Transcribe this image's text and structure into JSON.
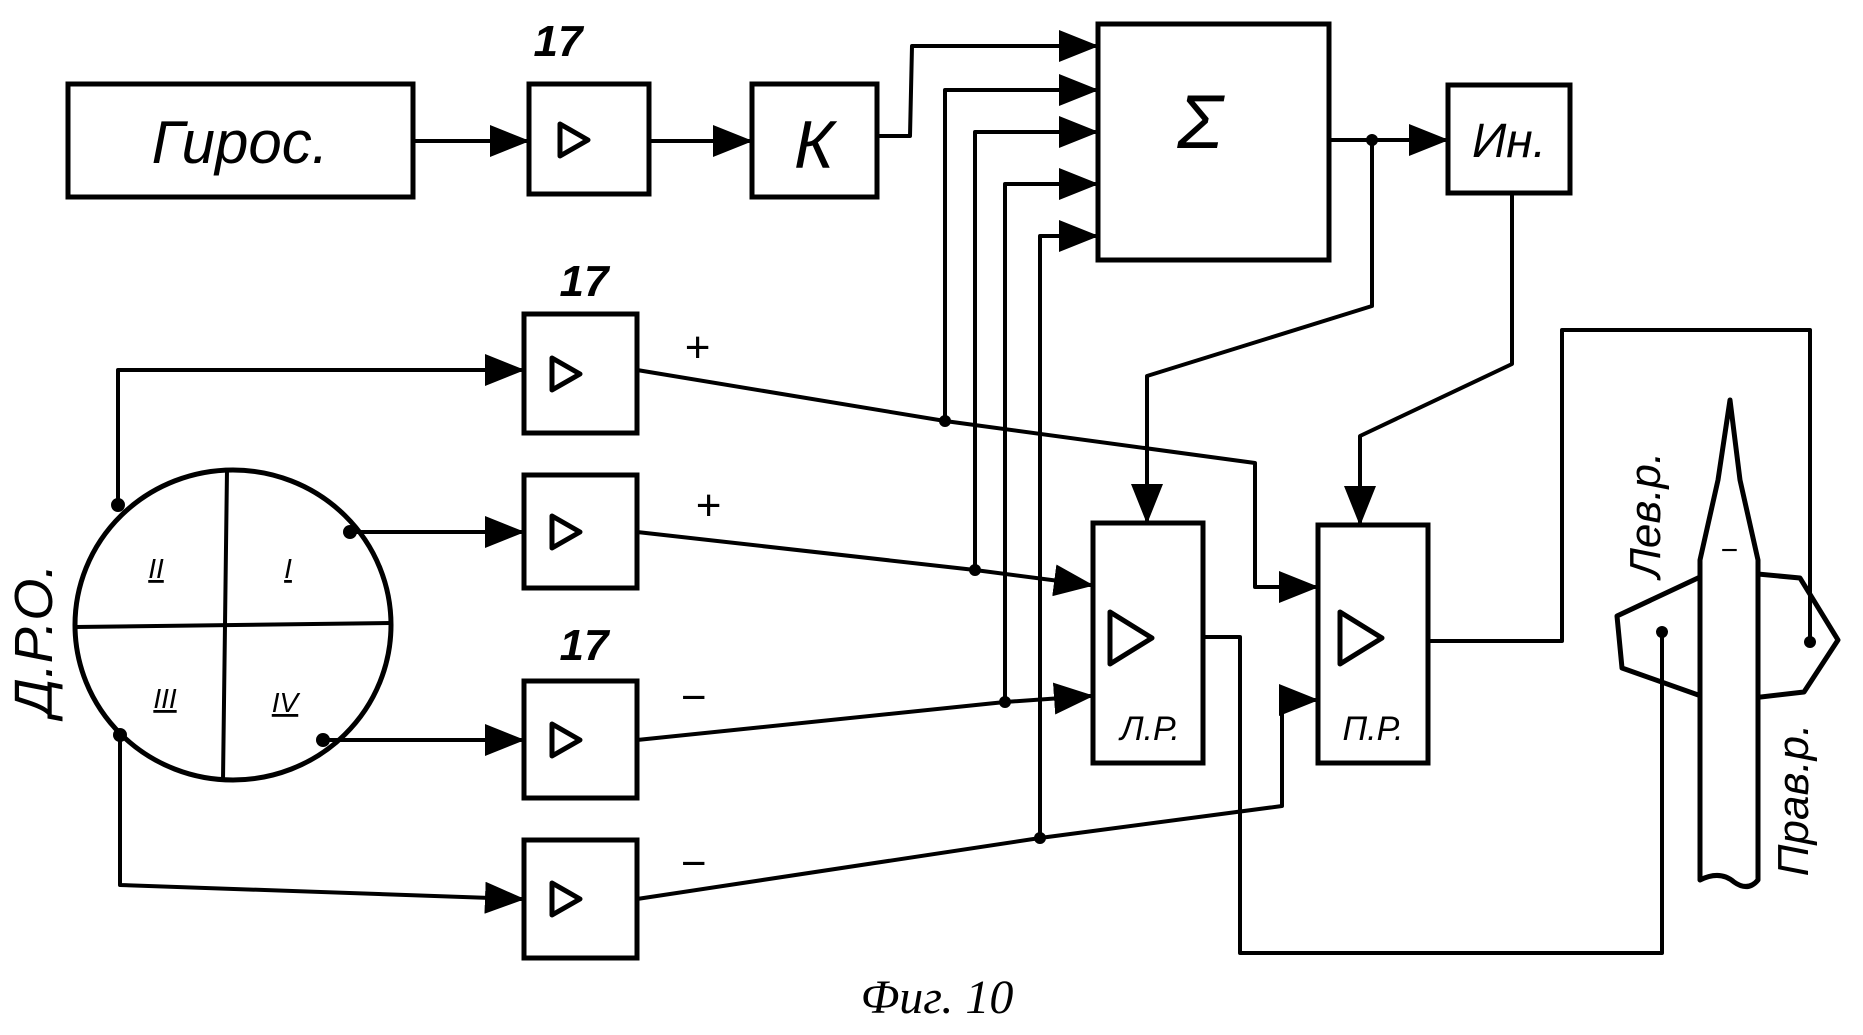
{
  "figure": {
    "caption": "Фиг. 10"
  },
  "blocks": {
    "gyro": "Гирос.",
    "coef": "К",
    "sum": "Σ",
    "inverter": "Ин.",
    "left_steer": "Л.Р.",
    "right_steer": "П.Р.",
    "sensor": "Д.Р.О."
  },
  "ref_numbers": {
    "amp_gyro": "17",
    "amp_q2": "17",
    "amp_q3": "17"
  },
  "quadrants": {
    "q1": "I",
    "q2": "II",
    "q3": "III",
    "q4": "IV"
  },
  "signs": {
    "plus_1": "+",
    "plus_2": "+",
    "minus_1": "−",
    "minus_2": "−",
    "fuselage_minus": "−"
  },
  "rudders": {
    "left": "Лев.р.",
    "right": "Прав.р."
  }
}
